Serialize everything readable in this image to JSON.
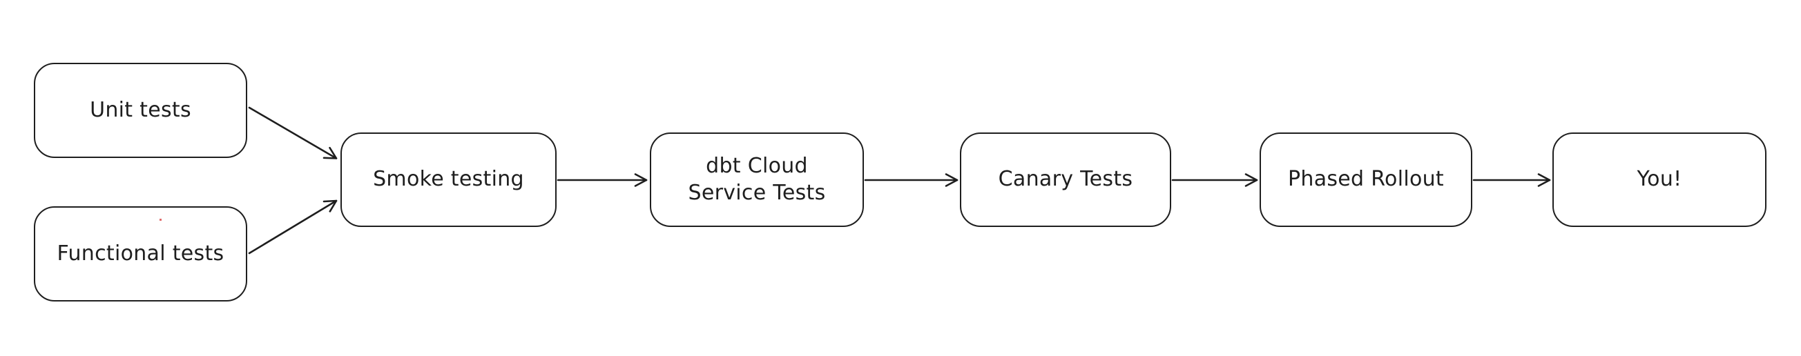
{
  "diagram": {
    "colors": {
      "background": "#ffffff",
      "node_fill": "#ffffff",
      "stroke": "#1e1e1e",
      "text": "#1e1e1e",
      "artifact_dot": "#e06c6c"
    },
    "nodes": [
      {
        "id": "unit-tests",
        "label": "Unit tests"
      },
      {
        "id": "functional-tests",
        "label": "Functional tests"
      },
      {
        "id": "smoke-testing",
        "label": "Smoke testing"
      },
      {
        "id": "dbt-cloud-service-tests",
        "label": "dbt Cloud\nService Tests"
      },
      {
        "id": "canary-tests",
        "label": "Canary Tests"
      },
      {
        "id": "phased-rollout",
        "label": "Phased Rollout"
      },
      {
        "id": "you",
        "label": "You!"
      }
    ],
    "edges": [
      {
        "from": "unit-tests",
        "to": "smoke-testing"
      },
      {
        "from": "functional-tests",
        "to": "smoke-testing"
      },
      {
        "from": "smoke-testing",
        "to": "dbt-cloud-service-tests"
      },
      {
        "from": "dbt-cloud-service-tests",
        "to": "canary-tests"
      },
      {
        "from": "canary-tests",
        "to": "phased-rollout"
      },
      {
        "from": "phased-rollout",
        "to": "you"
      }
    ]
  }
}
